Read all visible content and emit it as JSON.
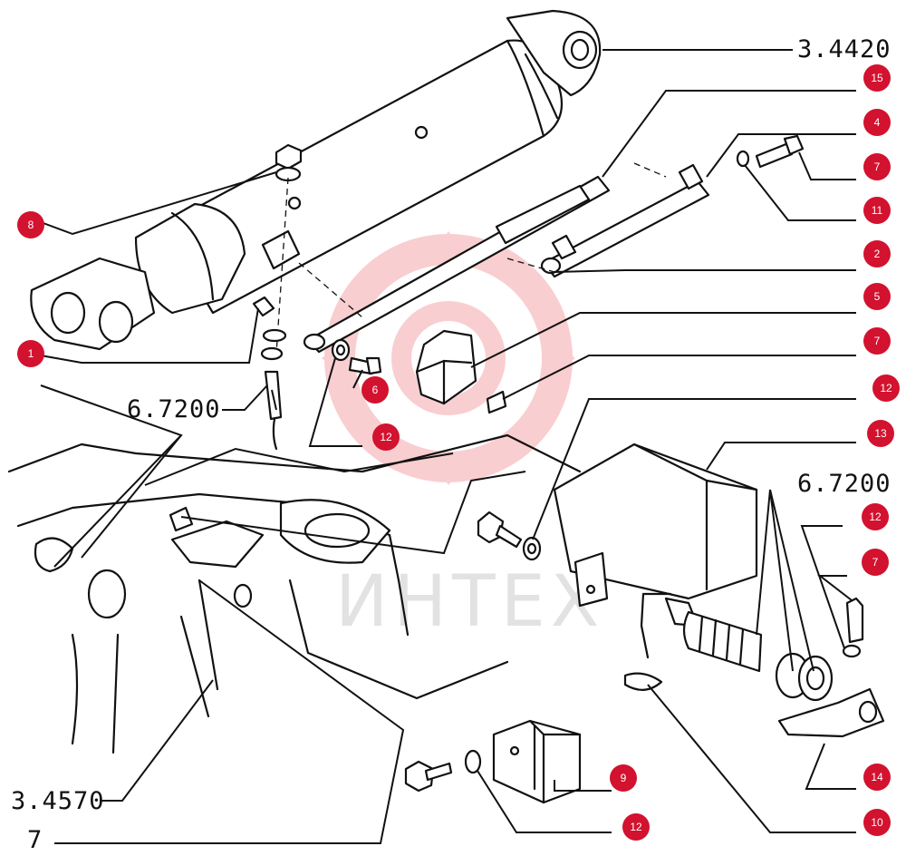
{
  "diagram": {
    "references": {
      "cylinder_ref": "3.4420",
      "sensor_ref_left": "6.7200",
      "sensor_ref_right": "6.7200",
      "frame_ref": "3.4570",
      "bottom_ref": "7"
    },
    "callouts": {
      "c15": "15",
      "c4": "4",
      "c7a": "7",
      "c11": "11",
      "c2": "2",
      "c5": "5",
      "c7b": "7",
      "c12a": "12",
      "c13": "13",
      "c12b": "12",
      "c7c": "7",
      "c14": "14",
      "c10": "10",
      "c12c": "12",
      "c9": "9",
      "c8": "8",
      "c1": "1",
      "c6": "6",
      "c12d": "12"
    },
    "watermark": "ИНТЕХ",
    "colors": {
      "callout_red": "#d2122e",
      "ink": "#111111",
      "watermark_red": "#e6242c"
    }
  }
}
